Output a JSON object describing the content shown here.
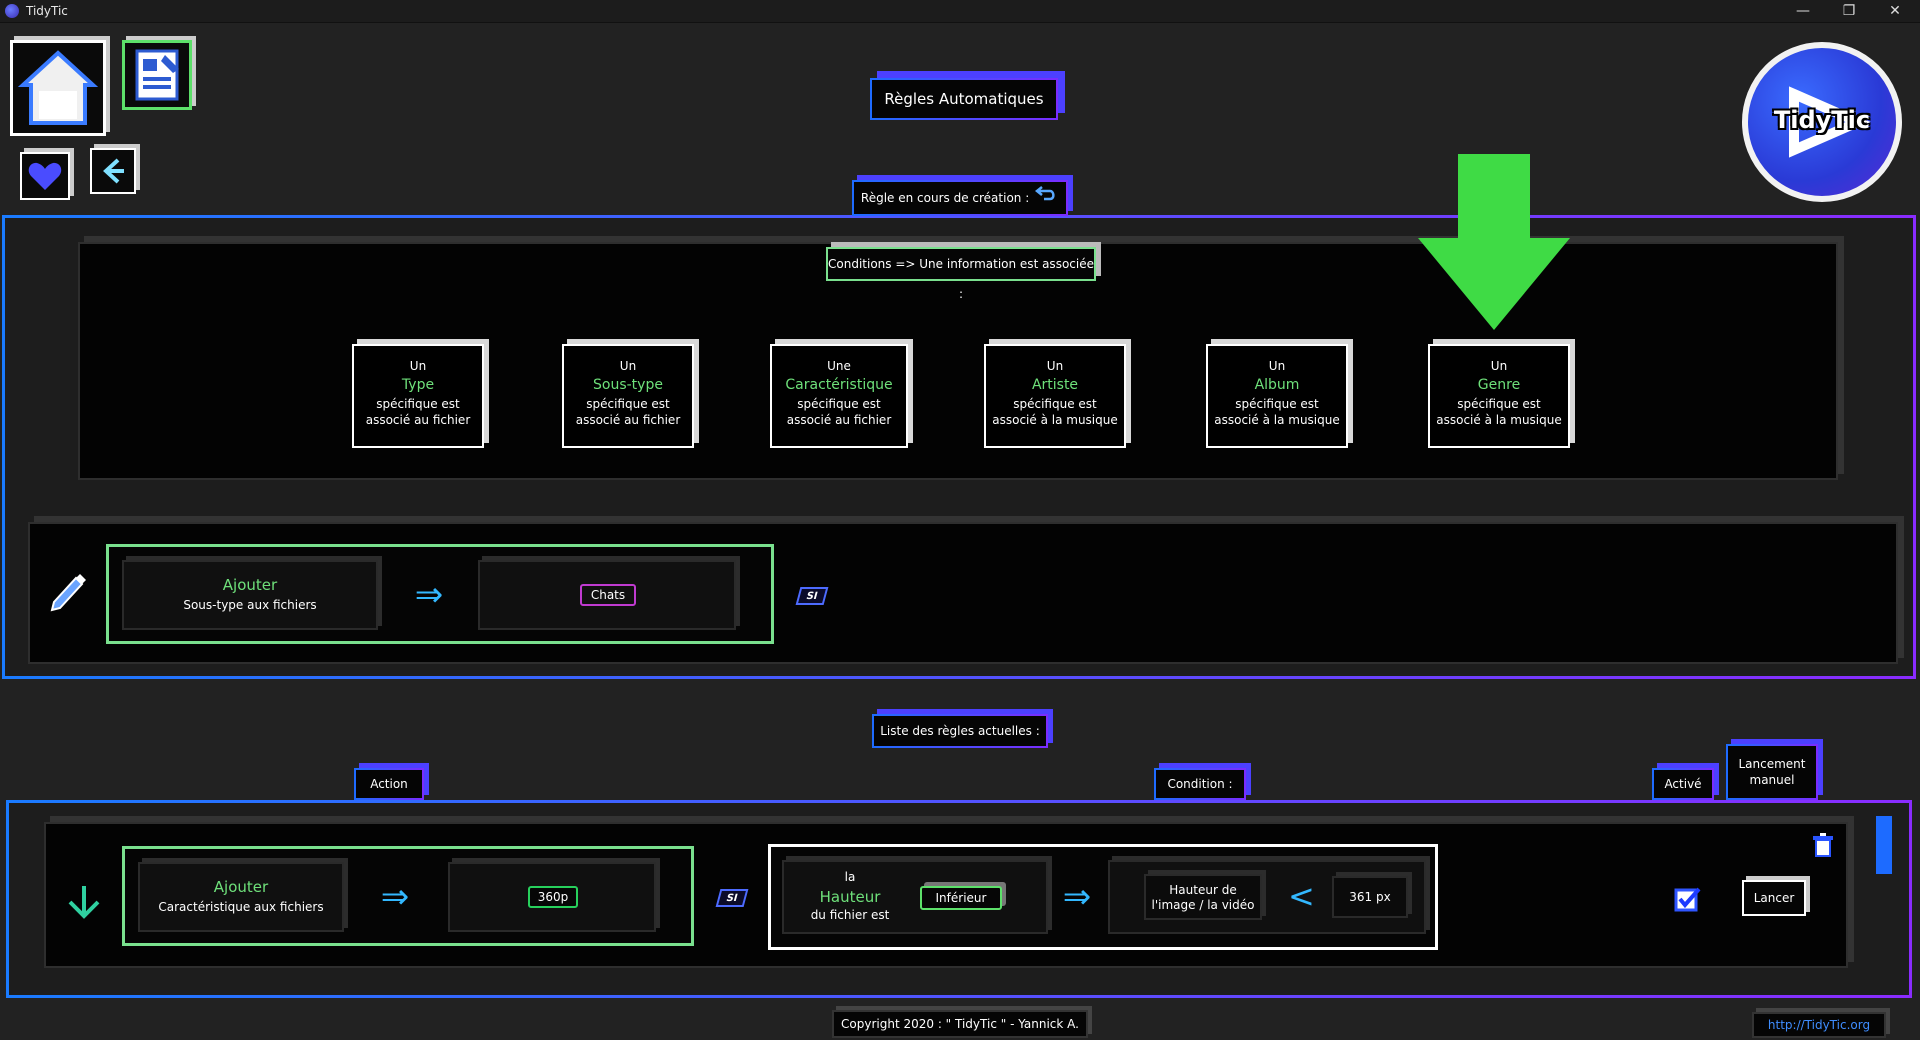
{
  "window": {
    "title": "TidyTic",
    "minimize": "—",
    "maximize": "❐",
    "close": "✕"
  },
  "header": {
    "page_title": "Règles Automatiques",
    "logo_text": "TidyTic"
  },
  "creation": {
    "tab_label": "Règle en cours de création :",
    "conditions_label": "Conditions => Une information est associée :",
    "cards": [
      {
        "top": "Un",
        "highlight": "Type",
        "line1": "spécifique est",
        "line2": "associé au fichier"
      },
      {
        "top": "Un",
        "highlight": "Sous-type",
        "line1": "spécifique est",
        "line2": "associé au fichier"
      },
      {
        "top": "Une",
        "highlight": "Caractéristique",
        "line1": "spécifique est",
        "line2": "associé au fichier"
      },
      {
        "top": "Un",
        "highlight": "Artiste",
        "line1": "spécifique est",
        "line2": "associé à la musique"
      },
      {
        "top": "Un",
        "highlight": "Album",
        "line1": "spécifique est",
        "line2": "associé à la musique"
      },
      {
        "top": "Un",
        "highlight": "Genre",
        "line1": "spécifique est",
        "line2": "associé à la musique"
      }
    ],
    "action_verb": "Ajouter",
    "action_target": "Sous-type aux fichiers",
    "action_value": "Chats",
    "si_label": "SI"
  },
  "rules": {
    "list_label": "Liste des règles actuelles :",
    "col_action": "Action",
    "col_condition": "Condition :",
    "col_active": "Activé",
    "col_manual_line1": "Lancement",
    "col_manual_line2": "manuel",
    "row": {
      "action_verb": "Ajouter",
      "action_target": "Caractéristique aux fichiers",
      "action_value": "360p",
      "si_label": "SI",
      "cond_la": "la",
      "cond_prop": "Hauteur",
      "cond_suffix": "du fichier est",
      "cond_op": "Inférieur",
      "cond_ref_line1": "Hauteur de",
      "cond_ref_line2": "l'image / la vidéo",
      "cond_symbol": "<",
      "cond_value": "361 px",
      "launch_label": "Lancer",
      "active": true
    }
  },
  "footer": {
    "copyright": "Copyright 2020 : \" TidyTic \" - Yannick A.",
    "url": "http://TidyTic.org"
  },
  "colors": {
    "accent_green": "#6ee07a",
    "accent_blue": "#1e6bff",
    "accent_purple": "#7a2cff",
    "big_arrow": "#3fdb45"
  }
}
